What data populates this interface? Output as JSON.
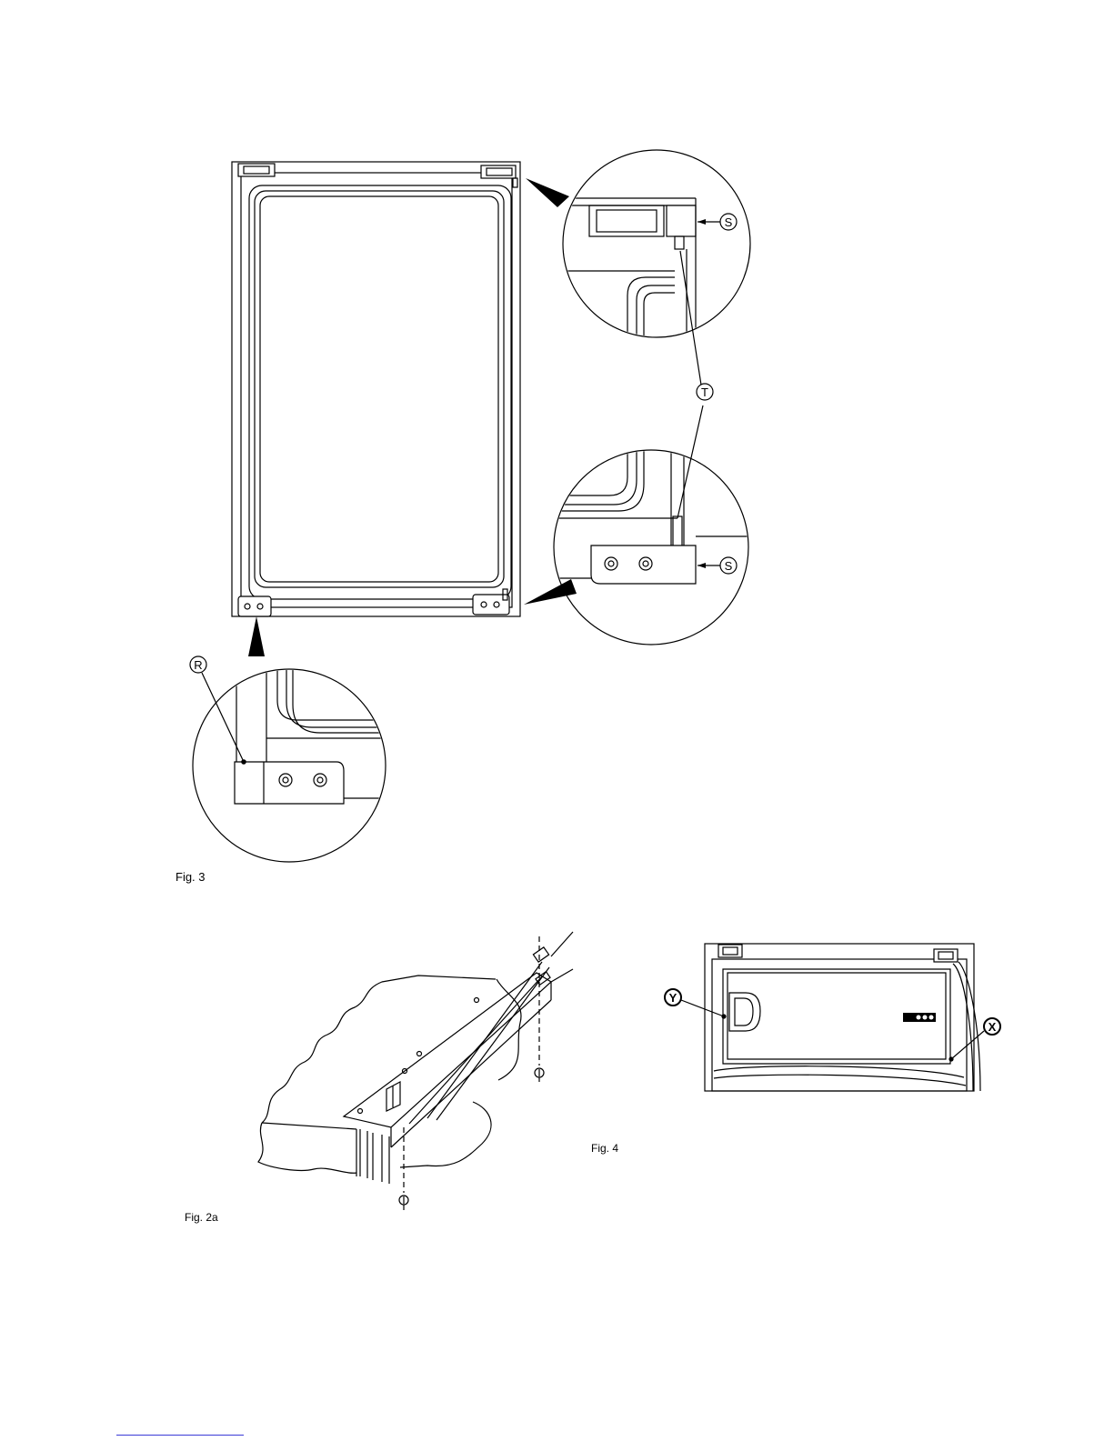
{
  "figures": {
    "fig3": {
      "caption": "Fig. 3",
      "callouts": {
        "s_top": "S",
        "s_bottom": "S",
        "t": "T",
        "r": "R"
      }
    },
    "fig2a": {
      "caption": "Fig. 2a"
    },
    "fig4": {
      "caption": "Fig. 4",
      "callouts": {
        "y": "Y",
        "x": "X"
      }
    }
  }
}
